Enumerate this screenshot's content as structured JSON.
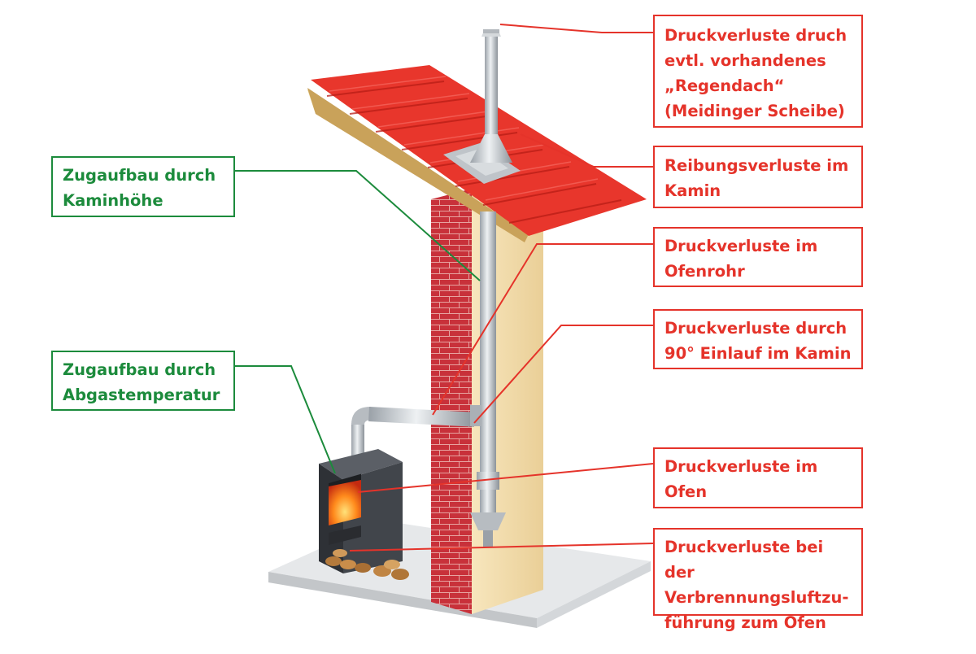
{
  "labels": {
    "regendach": "Druckverluste druch\nevtl. vorhandenes\n„Regendach“\n(Meidinger Scheibe)",
    "reibung": "Reibungsverluste im\nKamin",
    "ofenrohr": "Druckverluste im\nOfenrohr",
    "einlauf": "Druckverluste durch\n90° Einlauf im Kamin",
    "ofen": "Druckverluste im\nOfen",
    "verbrennung": "Druckverluste bei der\nVerbrennungsluftzu-\nführung zum Ofen",
    "kaminhoehe": "Zugaufbau durch\nKaminhöhe",
    "abgastemperatur": "Zugaufbau durch\nAbgastemperatur"
  },
  "colors": {
    "loss_red": "#e5332a",
    "gain_green": "#1c8b3c",
    "roof_tile": "#e8362c",
    "wall_plaster": "#f3dfb2",
    "brick": "#c8313a",
    "stove": "#3a3d42",
    "pipe": "#c9ced3"
  }
}
